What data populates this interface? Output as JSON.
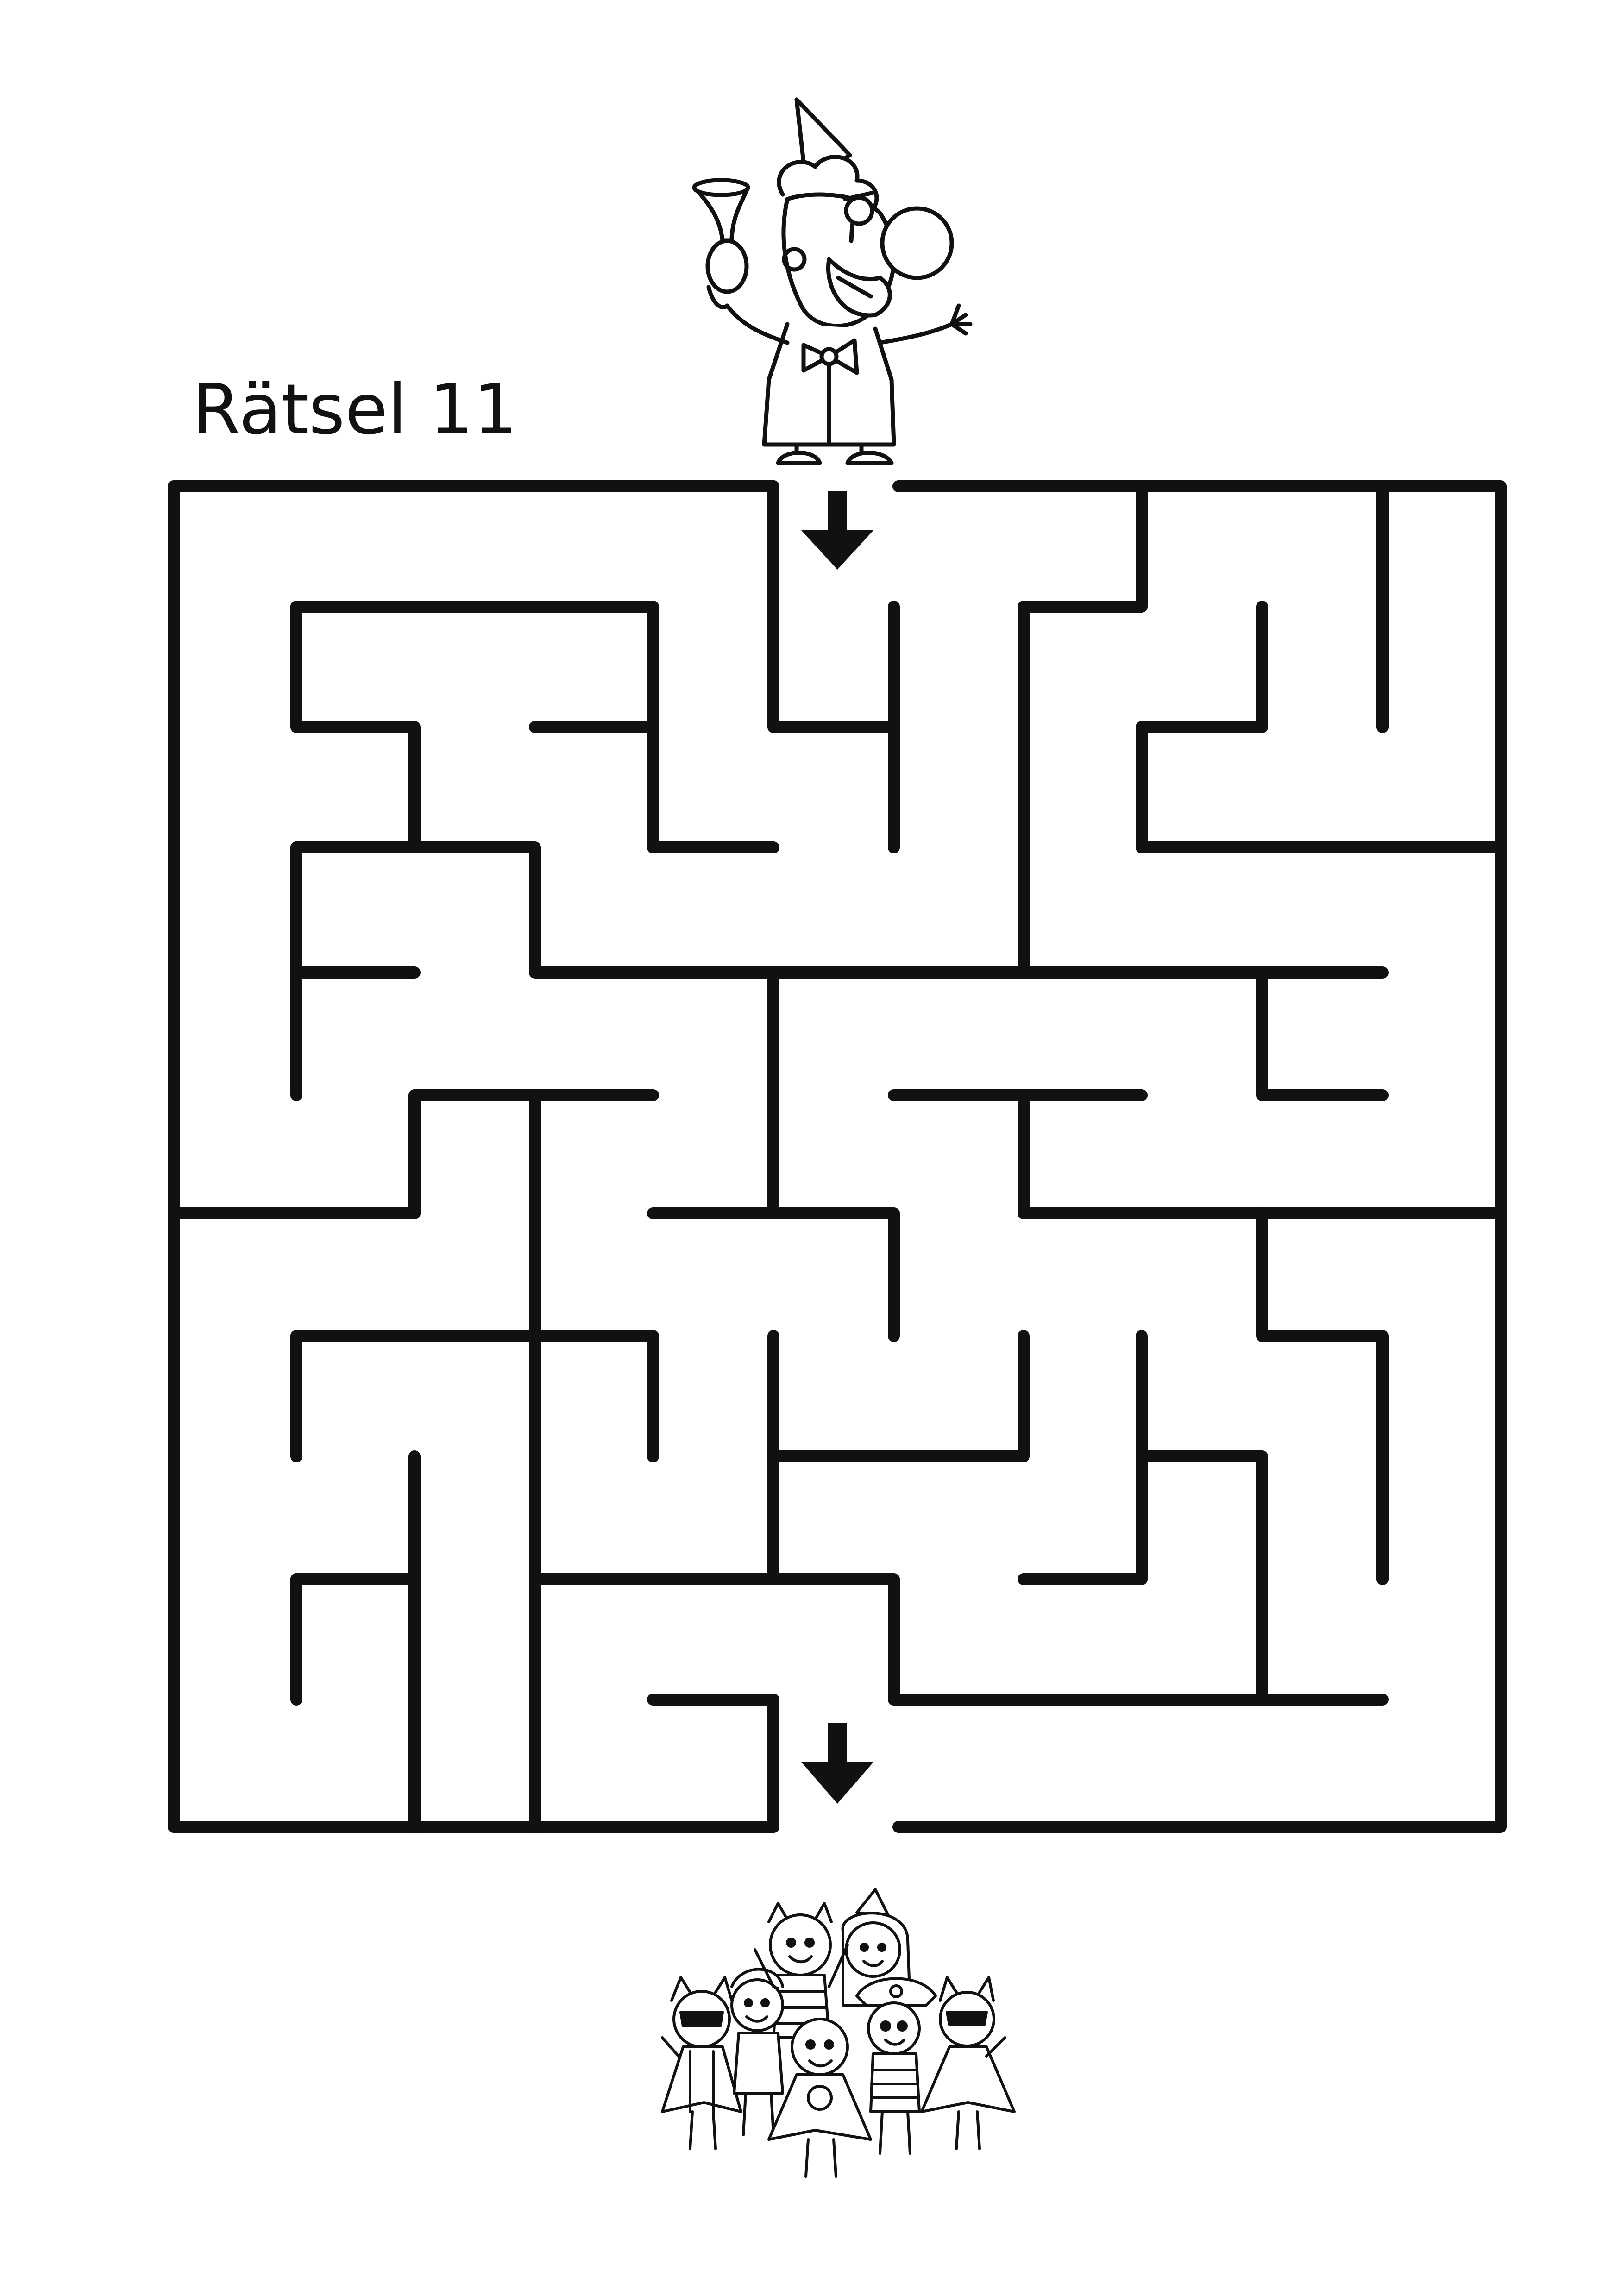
{
  "page": {
    "title": "Rätsel 11"
  },
  "colors": {
    "ink": "#111111",
    "background": "#ffffff"
  },
  "maze": {
    "columns": 11,
    "rows": 11,
    "entrance_column": 6,
    "exit_column": 6
  },
  "icons": {
    "start": "clown-with-horn-icon",
    "goal": "costumed-children-group-icon",
    "start_arrow": "arrow-down-icon",
    "exit_arrow": "arrow-down-icon"
  }
}
